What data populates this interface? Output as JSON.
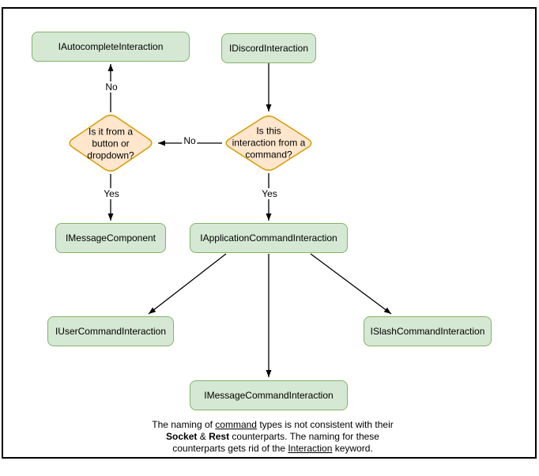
{
  "diagram": {
    "nodes": [
      {
        "label": "IAutocompleteInteraction"
      },
      {
        "label": "IDiscordInteraction"
      },
      {
        "label": "IMessageComponent"
      },
      {
        "label": "IApplicationCommandInteraction"
      },
      {
        "label": "IUserCommandInteraction"
      },
      {
        "label": "ISlashCommandInteraction"
      },
      {
        "label": "IMessageCommandInteraction"
      }
    ],
    "decisions": [
      {
        "lines": [
          "Is it from a",
          "button or",
          "dropdown?"
        ]
      },
      {
        "lines": [
          "Is this",
          "interaction from a",
          "command?"
        ]
      }
    ],
    "edge_labels": [
      {
        "text": "No"
      },
      {
        "text": "No"
      },
      {
        "text": "Yes"
      },
      {
        "text": "Yes"
      }
    ],
    "caption": {
      "line1_a": "The naming of ",
      "line1_u": "command",
      "line1_b": " types is not consistent with their",
      "line2_b1": "Socket",
      "line2_amp": " & ",
      "line2_b2": "Rest",
      "line2_c": " counterparts. The naming for these",
      "line3_a": "counterparts gets rid of the ",
      "line3_u": "Interaction",
      "line3_b": " keyword."
    },
    "colors": {
      "node_fill": "#d5e8d4",
      "node_stroke": "#82b366",
      "decision_fill": "#ffe6cc",
      "decision_stroke": "#d79b00",
      "edge": "#000000",
      "frame": "#000000"
    }
  }
}
